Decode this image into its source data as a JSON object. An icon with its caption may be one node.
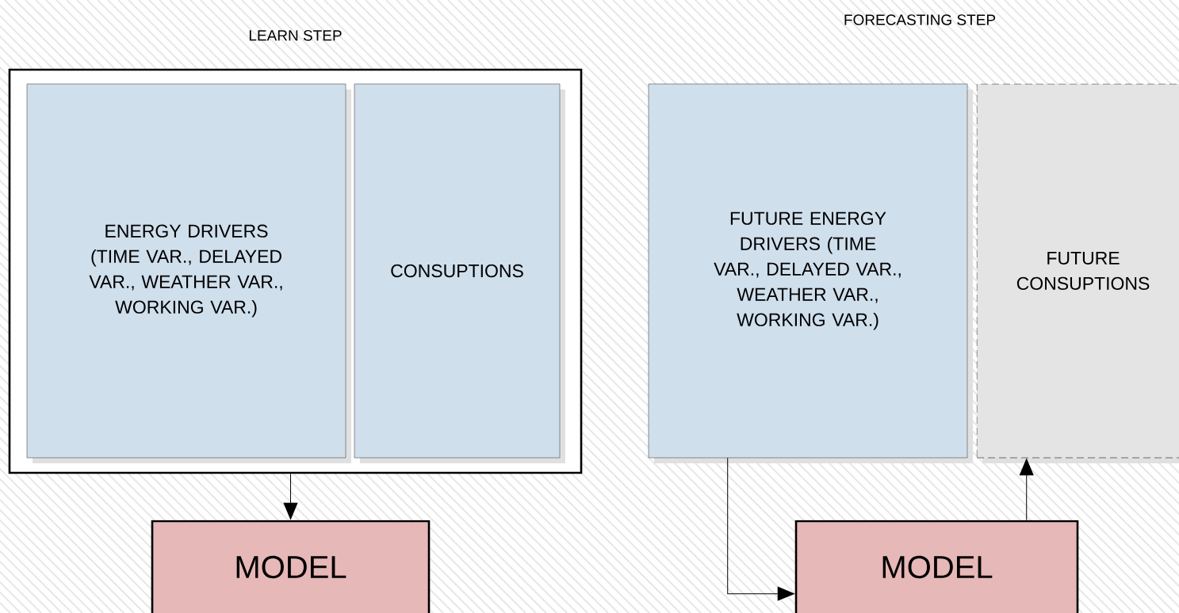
{
  "diagram": {
    "nodes": [
      {
        "text": [
          "LEARN STEP"
        ]
      },
      {
        "text": [
          "ENERGY DRIVERS (TIME VAR., DELAYED VAR., WEATHER VAR., WORKING VAR.)"
        ],
        "in": 0
      },
      {
        "text": [
          "CONSUPTIONS"
        ],
        "in": 0
      },
      {
        "text": [
          "MODEL"
        ]
      },
      {
        "text": [
          "FUTURE ENERGY DRIVERS (TIME VAR., DELAYED VAR., WEATHER VAR., WORKING VAR.)"
        ]
      },
      {
        "text": [
          "FUTURE CONSUPTIONS"
        ]
      },
      {
        "text": [
          "MODEL"
        ]
      }
    ],
    "edges": [
      {
        "from": 0,
        "to": 3,
        "arrow": "to"
      },
      {
        "from": 4,
        "to": 6,
        "arrow": "to"
      },
      {
        "from": 6,
        "to": 5,
        "arrow": "to"
      }
    ],
    "labels": [
      "FORECASTING STEP"
    ]
  }
}
